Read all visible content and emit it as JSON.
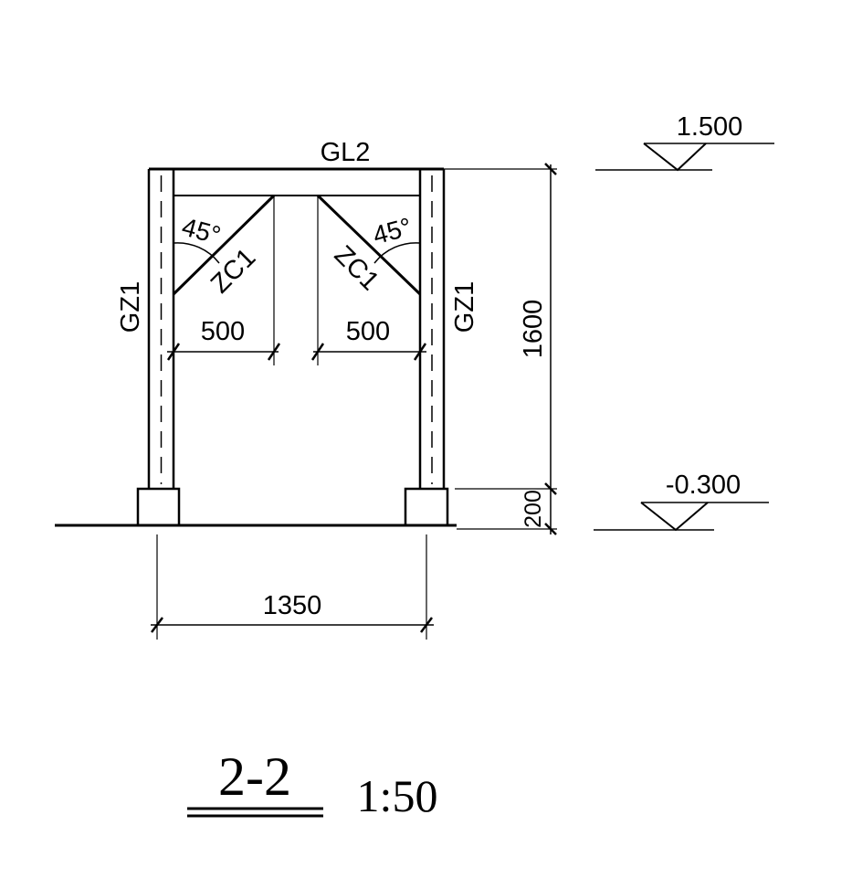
{
  "members": {
    "beam_top": "GL2",
    "column_left": "GZ1",
    "column_right": "GZ1",
    "brace_left": "ZC1",
    "brace_right": "ZC1"
  },
  "angles": {
    "left": "45°",
    "right": "45°"
  },
  "dimensions": {
    "brace_left_width": "500",
    "brace_right_width": "500",
    "height_main": "1600",
    "height_base": "200",
    "span": "1350"
  },
  "elevations": {
    "top": "1.500",
    "bottom": "-0.300"
  },
  "title": {
    "section": "2-2",
    "scale": "1:50"
  }
}
